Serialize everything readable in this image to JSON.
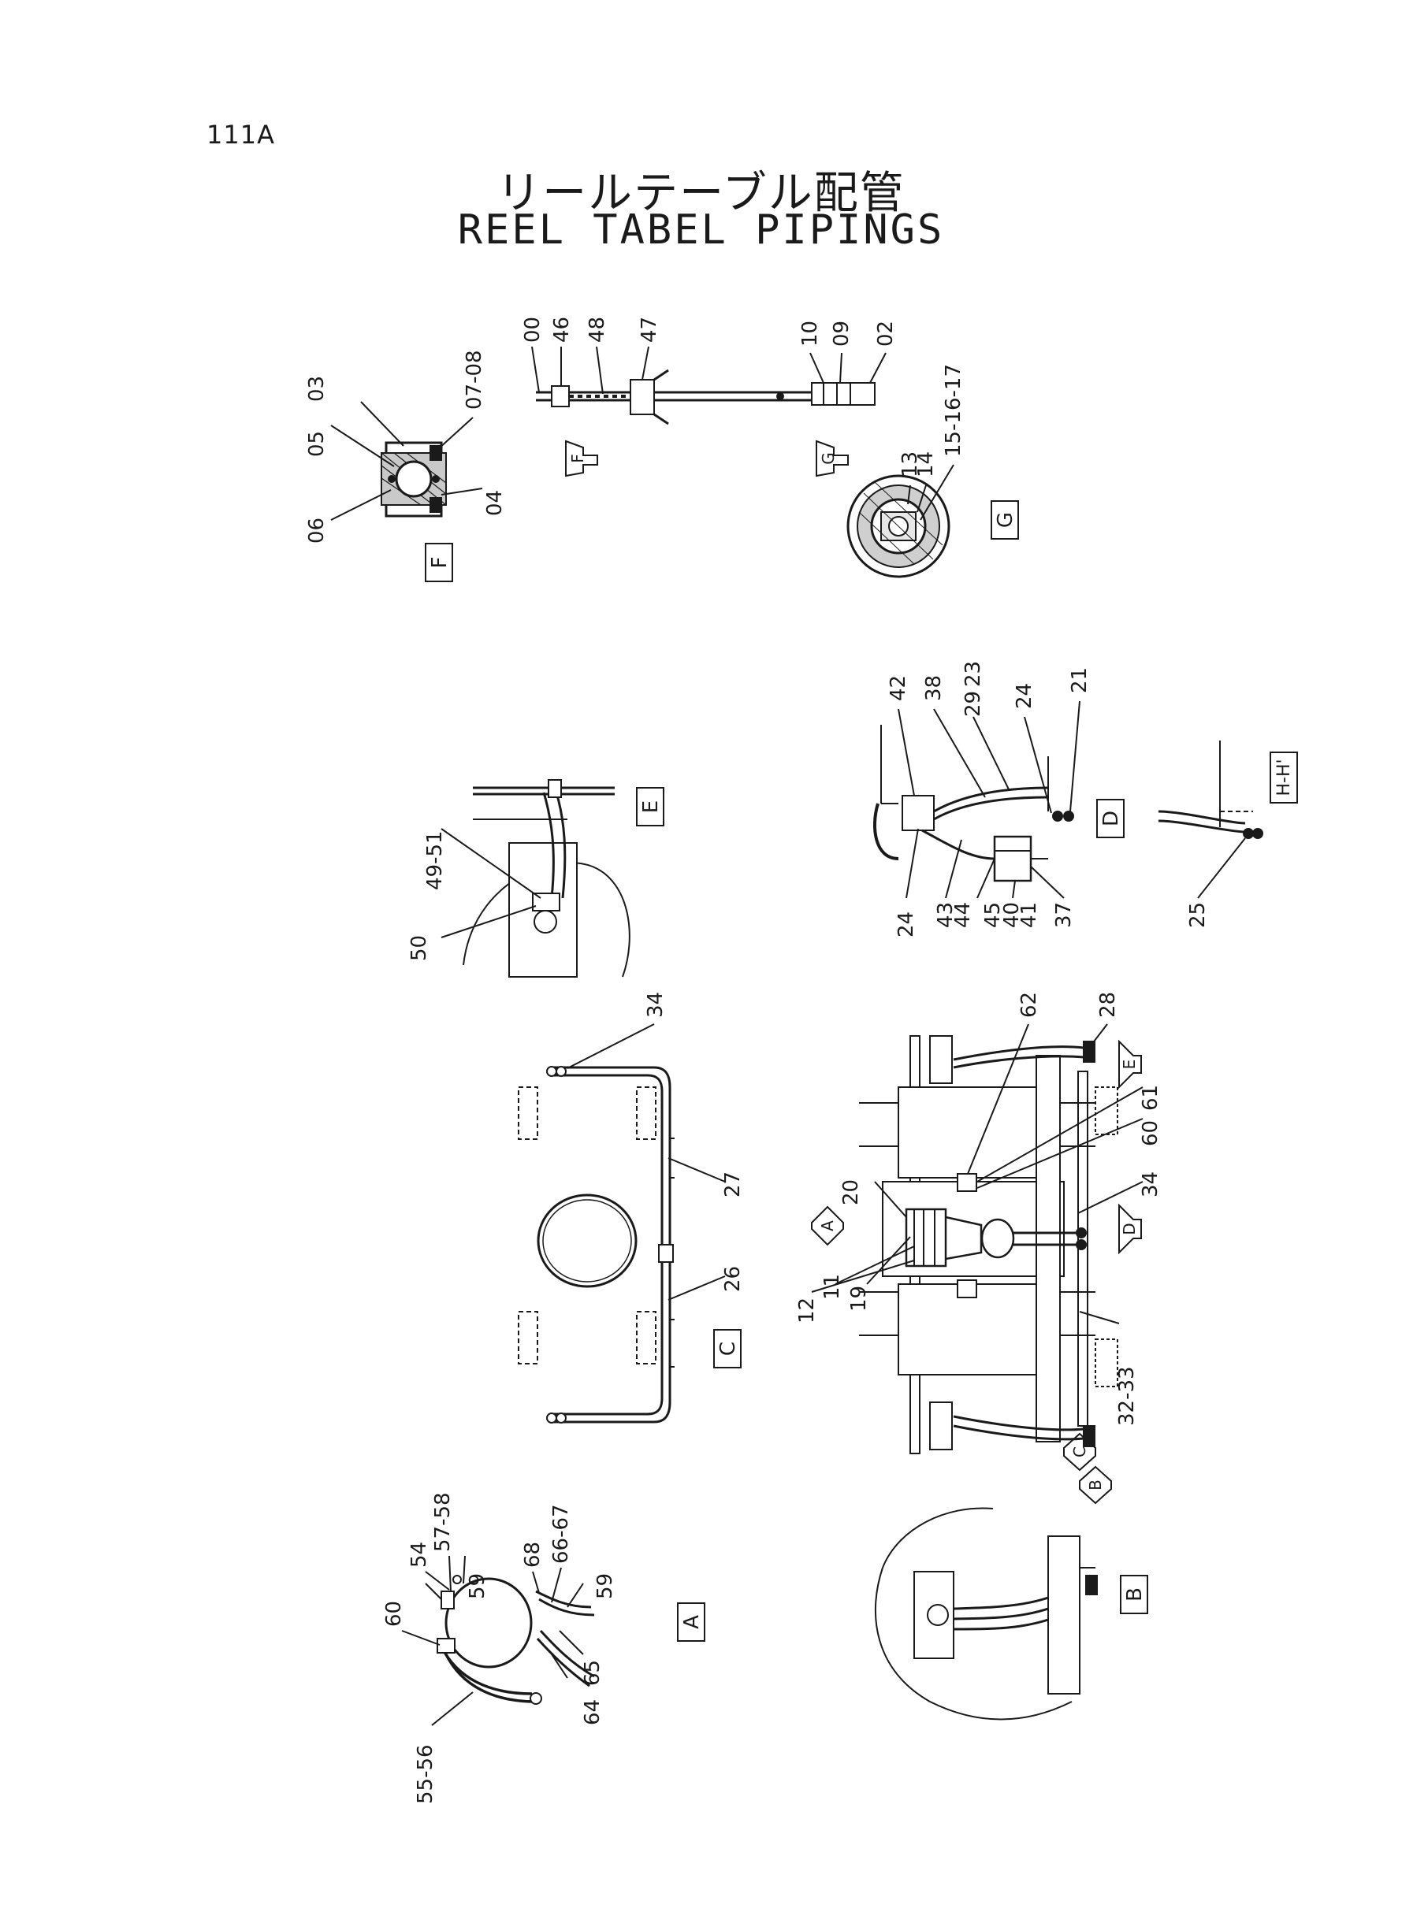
{
  "header": {
    "page_number": "111A",
    "title_jp": "リールテーブル配管",
    "title_en": "REEL TABEL PIPINGS"
  },
  "view_labels": [
    "F",
    "G",
    "E",
    "D",
    "H-H'",
    "C",
    "A",
    "B"
  ],
  "arrow_labels": [
    "F",
    "G",
    "E",
    "A",
    "D",
    "C",
    "B"
  ],
  "callouts": {
    "view_f": [
      "05",
      "03",
      "07-08",
      "06",
      "04"
    ],
    "top_rod": [
      "00",
      "46",
      "48",
      "47",
      "10",
      "09",
      "02"
    ],
    "view_g": [
      "13",
      "14",
      "15-16-17"
    ],
    "view_e": [
      "49-51",
      "50"
    ],
    "view_d": [
      "42",
      "38",
      "23",
      "29",
      "24",
      "21",
      "24",
      "43",
      "44",
      "45",
      "40",
      "41",
      "37"
    ],
    "view_hh": [
      "25"
    ],
    "view_c": [
      "34",
      "27",
      "26"
    ],
    "main": [
      "62",
      "28",
      "61",
      "60",
      "20",
      "34",
      "19",
      "11",
      "12",
      "32-33"
    ],
    "view_a": [
      "57-58",
      "54",
      "60",
      "59",
      "68",
      "66-67",
      "59",
      "65",
      "64",
      "55-56"
    ]
  }
}
